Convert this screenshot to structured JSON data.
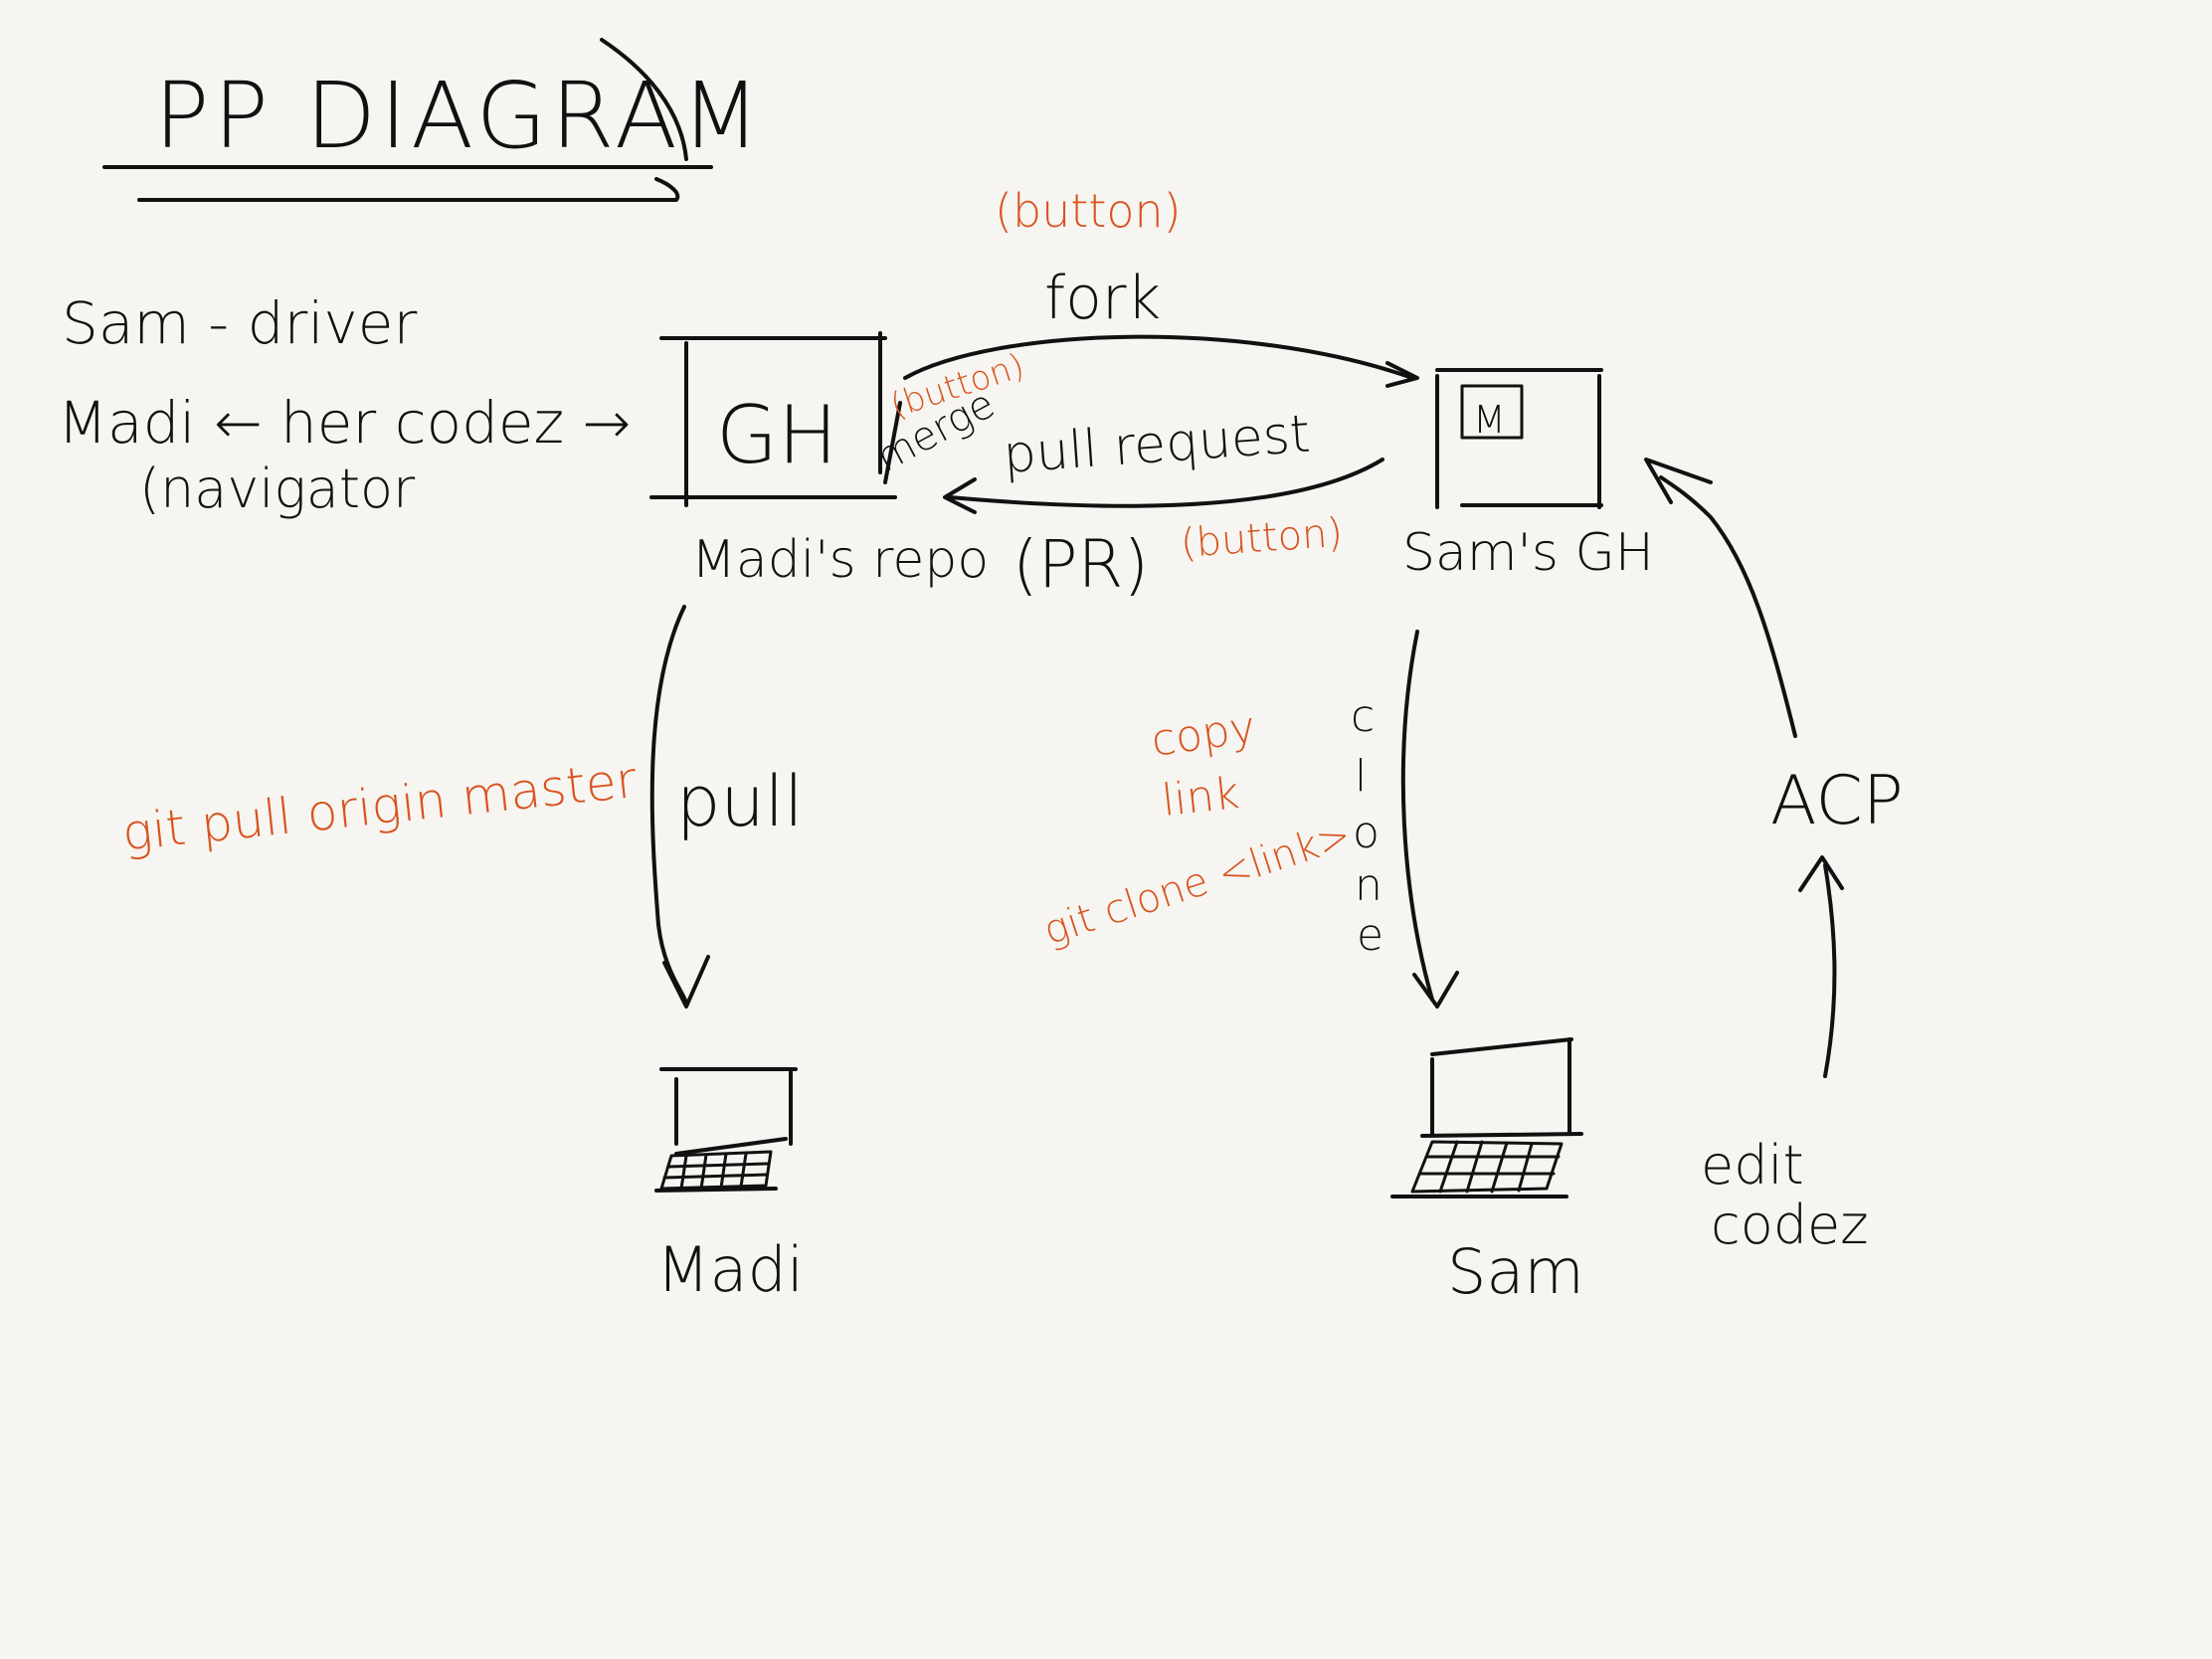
{
  "colors": {
    "ink": "#111111",
    "accent": "#d9531e",
    "paper": "#f6f5f1"
  },
  "title": "PP DIAGRAM",
  "roles": {
    "driver": "Sam - driver",
    "madi_line": "Madi ← her codez →",
    "navigator": "(navigator"
  },
  "nodes": {
    "madis_gh_box": "GH",
    "madis_repo_label": "Madi's repo",
    "sams_gh_box": "M",
    "sams_gh_label": "Sam's GH",
    "madi_laptop_label": "Madi",
    "sam_laptop_label": "Sam"
  },
  "edges": {
    "fork": "fork",
    "fork_note": "(button)",
    "merge": "merge",
    "merge_note": "(button)",
    "pull_request": "pull request",
    "pr": "(PR)",
    "pr_note": "(button)",
    "pull": "pull",
    "pull_command": "git pull origin master",
    "clone_letters": [
      "c",
      "l",
      "o",
      "n",
      "e"
    ],
    "copy_link_1": "copy",
    "copy_link_2": "link",
    "clone_command": "git clone <link>",
    "acp": "ACP",
    "edit_codez_1": "edit",
    "edit_codez_2": "codez"
  }
}
